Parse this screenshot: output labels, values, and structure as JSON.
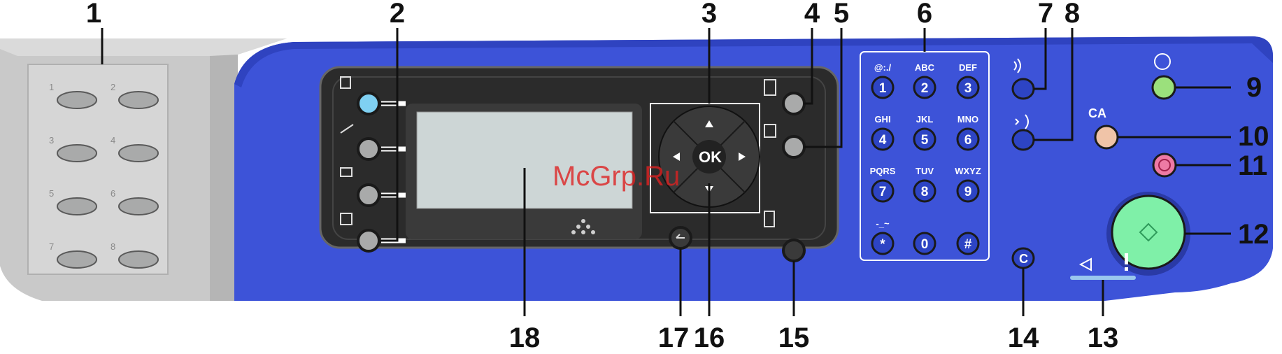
{
  "callouts": [
    "1",
    "2",
    "3",
    "4",
    "5",
    "6",
    "7",
    "8",
    "9",
    "10",
    "11",
    "12",
    "13",
    "14",
    "15",
    "16",
    "17",
    "18"
  ],
  "speed_dial": [
    "1",
    "2",
    "3",
    "4",
    "5",
    "6",
    "7",
    "8"
  ],
  "keypad": [
    {
      "label": "@:./",
      "digit": "1"
    },
    {
      "label": "ABC",
      "digit": "2"
    },
    {
      "label": "DEF",
      "digit": "3"
    },
    {
      "label": "GHI",
      "digit": "4"
    },
    {
      "label": "JKL",
      "digit": "5"
    },
    {
      "label": "MNO",
      "digit": "6"
    },
    {
      "label": "PQRS",
      "digit": "7"
    },
    {
      "label": "TUV",
      "digit": "8"
    },
    {
      "label": "WXYZ",
      "digit": "9"
    },
    {
      "label": "-_~",
      "digit": "*"
    },
    {
      "label": "",
      "digit": "0"
    },
    {
      "label": "",
      "digit": "#"
    }
  ],
  "ok_label": "OK",
  "clear_label": "C",
  "clear_all_label": "CA",
  "watermark": "McGrp.Ru",
  "colors": {
    "panel": "#3d53d8",
    "panel_edge": "#2a3aa6",
    "bezel": "#2b2b2b",
    "lcd": "#cdd6d6",
    "gray_button": "#a9aaaa",
    "copy_button": "#7fd0f2",
    "power_button": "#9be07c",
    "clear_all_button": "#f0c4a8",
    "stop_button": "#ee7aa5",
    "start_button": "#7ff0a8"
  },
  "icons": [
    "copy-icon",
    "scan-icon",
    "print-icon",
    "fax-icon",
    "job-status-icon",
    "machine-status-icon",
    "log-out-icon",
    "energy-saver-icon",
    "redial-pause-icon",
    "manual-dial-icon",
    "start-icon",
    "stop-icon",
    "back-icon",
    "toner-icon",
    "data-icon",
    "error-icon"
  ]
}
